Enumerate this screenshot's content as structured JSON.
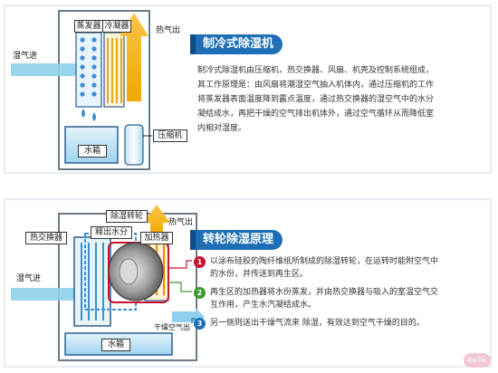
{
  "top": {
    "title": "制冷式除湿机",
    "labels": {
      "evaporator": "蒸发器",
      "condenser": "冷凝器",
      "hot_air_out": "热气出",
      "wet_air_in": "湿气进",
      "compressor": "压缩机",
      "water_tank": "水箱"
    },
    "paragraph": [
      "制冷式除湿机由压缩机，热交换器、风扇、机壳及控制系统组成，",
      "其工作原理是：由风扇将潮湿空气抽入机体内，通过压缩机的工作",
      "将蒸发器表面温度降到露点温度，通过热交换器的湿空气中的水分",
      "凝结成水，再把干燥的空气排出机体外，通过空气循环从而降低室",
      "内相对湿度。"
    ]
  },
  "bottom": {
    "title": "转轮除湿原理",
    "labels": {
      "rotor": "除湿转轮",
      "hot_air_out": "热气出",
      "heat_exchanger": "热交换器",
      "moisture_release": "释出水分",
      "heater": "加热器",
      "wet_air_in": "湿气进",
      "dry_air_out": "干燥空气出",
      "water_tank": "水箱"
    },
    "items": [
      {
        "num": "1",
        "color": "#c8102e",
        "lines": [
          "以涂布硅胶的陶纤维纸所制成的除湿转轮，在运转时能附空气中",
          "的水份，并传送到再生区。"
        ]
      },
      {
        "num": "2",
        "color": "#3a9b2e",
        "lines": [
          "再生区的加热器将水份蒸发，并由热交换器与吸入的室温空气交",
          "互作用，产生水汽凝结成水。"
        ]
      },
      {
        "num": "3",
        "color": "#1e6fb5",
        "lines": [
          "另一侧则送出干燥气流来 除湿，有效达到空气干燥的目的。"
        ]
      }
    ]
  },
  "watermark": "aa3w",
  "colors": {
    "accent": "#1e6fb5",
    "hot": "#f5b21b",
    "cool": "#8fd0ec",
    "red": "#c8102e",
    "green": "#3a9b2e"
  }
}
